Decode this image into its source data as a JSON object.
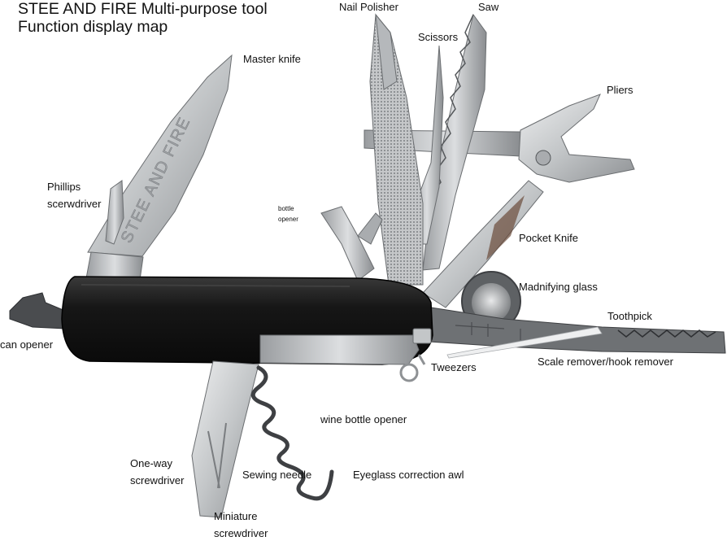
{
  "title": {
    "line1": "STEE AND FIRE Multi-purpose tool",
    "line2": "Function display map"
  },
  "engraving": "STEE AND FIRE",
  "labels": {
    "nail_polisher": "Nail Polisher",
    "saw": "Saw",
    "scissors": "Scissors",
    "master_knife": "Master knife",
    "pliers": "Pliers",
    "phillips_1": "Phillips",
    "phillips_2": "scerwdriver",
    "bottle_opener_1": "bottle",
    "bottle_opener_2": "opener",
    "pocket_knife": "Pocket Knife",
    "magnifying_glass": "Madnifying glass",
    "toothpick": "Toothpick",
    "can_opener": "can opener",
    "tweezers": "Tweezers",
    "scale_remover": "Scale remover/hook remover",
    "wine_bottle_opener": "wine bottle opener",
    "one_way_1": "One-way",
    "one_way_2": "screwdriver",
    "sewing_needle": "Sewing needle",
    "eyeglass_awl": "Eyeglass correction awl",
    "miniature_1": "Miniature",
    "miniature_2": "screwdriver"
  },
  "colors": {
    "handle": "#1a1a1a",
    "steel": "#c9cbcd",
    "steel_dark": "#8e9194",
    "steel_light": "#e9eaeb"
  }
}
